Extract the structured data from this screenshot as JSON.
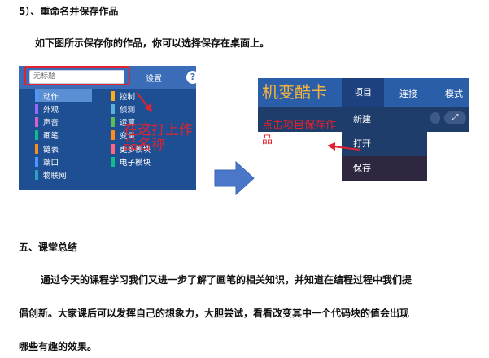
{
  "doc": {
    "step5_heading": "5）、重命名并保存作品",
    "step5_text": "如下图所示保存你的作品，你可以选择保存在桌面上。",
    "section5_heading": "五、课堂总结",
    "summary_line1": "通过今天的课程学习我们又进一步了解了画笔的相关知识，并知道在编程过程中我们提",
    "summary_line2": "倡创新。大家课后可以发挥自己的想象力，大胆尝试，看看改变其中一个代码块的值会出现",
    "summary_line3": "哪些有趣的效果。"
  },
  "left_shot": {
    "title_placeholder": "无标题",
    "settings_label": "设置",
    "help_icon_glyph": "?",
    "categories_left": [
      {
        "label": "动作",
        "color": "#4c97ff",
        "selected": true
      },
      {
        "label": "外观",
        "color": "#9966ff"
      },
      {
        "label": "声音",
        "color": "#cf63cf"
      },
      {
        "label": "画笔",
        "color": "#0fbd8c"
      },
      {
        "label": "链表",
        "color": "#ff8c1a"
      },
      {
        "label": "端口",
        "color": "#4c97ff"
      },
      {
        "label": "物联网",
        "color": "#2ea0c8"
      }
    ],
    "categories_right": [
      {
        "label": "控制",
        "color": "#ffab19"
      },
      {
        "label": "侦测",
        "color": "#5cb1d6"
      },
      {
        "label": "运算",
        "color": "#59c059"
      },
      {
        "label": "变量",
        "color": "#ff8c1a"
      },
      {
        "label": "更多模块",
        "color": "#ff6680"
      },
      {
        "label": "电子模块",
        "color": "#0fbd8c"
      }
    ],
    "annotation": "在这打上作品名称"
  },
  "right_shot": {
    "app_title": "机变酷卡",
    "menu_tab": "项目",
    "connect_label": "连接",
    "mode_label": "模式",
    "expand_icon_glyph": "⤢",
    "dropdown_items": [
      "新建",
      "打开",
      "保存"
    ],
    "annotation": "点击项目保存作品"
  },
  "colors": {
    "annotation_red": "#e0232e",
    "arrow_blue": "#4a77c8",
    "title_orange": "#f3b33d"
  }
}
